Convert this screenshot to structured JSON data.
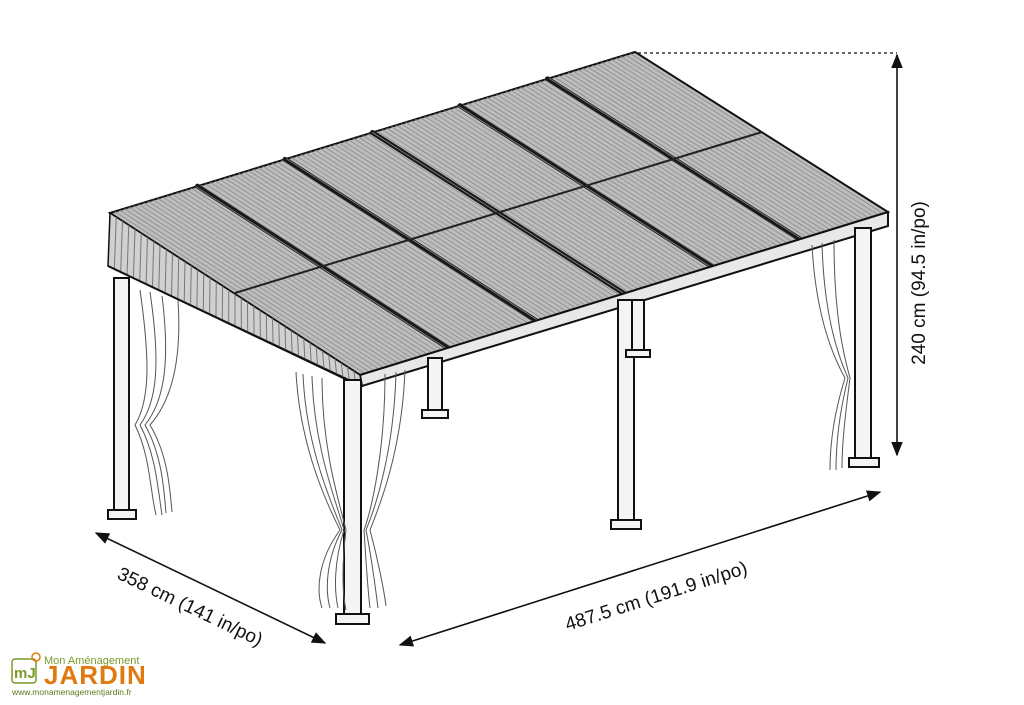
{
  "dimensions": {
    "depth": "358 cm (141 in/po)",
    "width": "487.5 cm (191.9 in/po)",
    "height": "240 cm (94.5 in/po)"
  },
  "logo": {
    "brand": "Mon Aménagement",
    "name": "JARDIN",
    "url": "www.monamenagementjardin.fr",
    "mark": "mJ",
    "colors": {
      "orange": "#e07a10",
      "green": "#7a9a2a"
    }
  }
}
